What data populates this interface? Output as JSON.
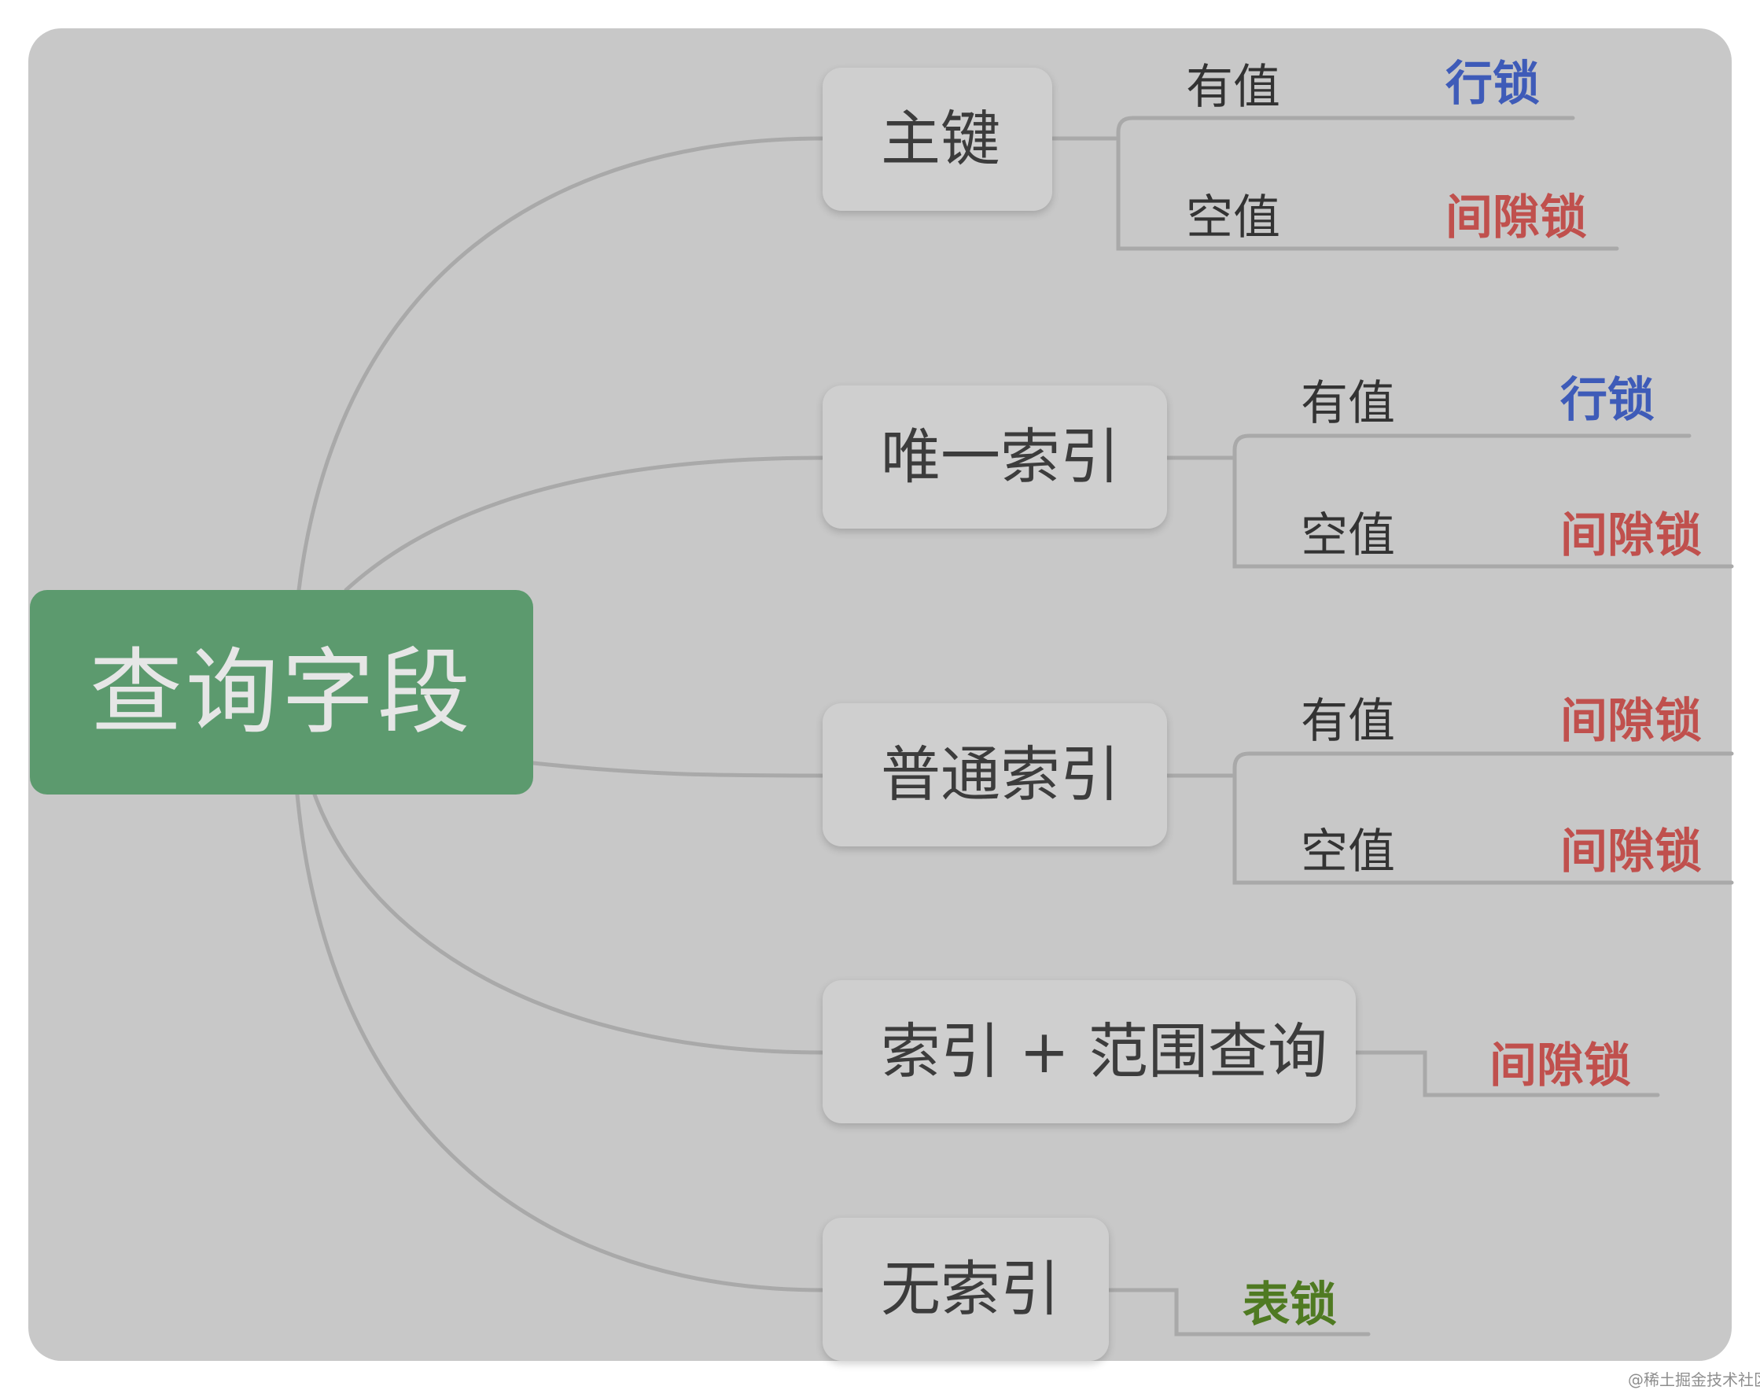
{
  "root": {
    "label": "查询字段"
  },
  "branches": [
    {
      "label": "主键",
      "leaves": [
        {
          "condition": "有值",
          "lock": "行锁"
        },
        {
          "condition": "空值",
          "lock": "间隙锁"
        }
      ]
    },
    {
      "label": "唯一索引",
      "leaves": [
        {
          "condition": "有值",
          "lock": "行锁"
        },
        {
          "condition": "空值",
          "lock": "间隙锁"
        }
      ]
    },
    {
      "label": "普通索引",
      "leaves": [
        {
          "condition": "有值",
          "lock": "间隙锁"
        },
        {
          "condition": "空值",
          "lock": "间隙锁"
        }
      ]
    },
    {
      "label": "索引 + 范围查询",
      "lock": "间隙锁"
    },
    {
      "label": "无索引",
      "lock": "表锁"
    }
  ],
  "colors": {
    "row_lock": "#3e5bb8",
    "gap_lock": "#c0504d",
    "table_lock": "#4f7a22",
    "root_fill": "#5c9a6e",
    "background": "#c8c8c8",
    "connector": "#a9a9a9"
  },
  "watermark": "@稀土掘金技术社区"
}
